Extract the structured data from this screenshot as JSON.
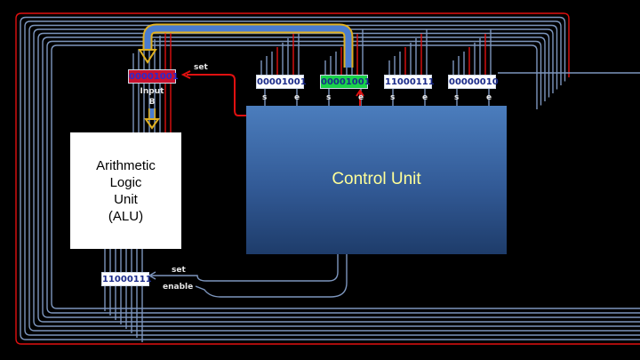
{
  "alu": {
    "label": "Arithmetic\nLogic\nUnit\n(ALU)"
  },
  "control_unit": {
    "label": "Control Unit"
  },
  "input_b": {
    "value": "00001001",
    "label": "Input\nB",
    "set_label": "set",
    "bg": "#c8102e",
    "text_color": "#2a2ad0"
  },
  "registers": [
    {
      "value": "00001001",
      "s": "s",
      "e": "e",
      "bg": "#ffffff",
      "text_color": "#1a2a8a"
    },
    {
      "value": "00001001",
      "s": "s",
      "e": "e",
      "bg": "#19d34a",
      "text_color": "#1a2a8a"
    },
    {
      "value": "11000111",
      "s": "s",
      "e": "e",
      "bg": "#ffffff",
      "text_color": "#1a2a8a"
    },
    {
      "value": "00000010",
      "s": "s",
      "e": "e",
      "bg": "#ffffff",
      "text_color": "#1a2a8a"
    }
  ],
  "accumulator": {
    "value": "11000111",
    "set_label": "set",
    "enable_label": "enable",
    "bg": "#ffffff",
    "text_color": "#1a2a8a"
  },
  "colors": {
    "bus_blue": "#7d96be",
    "wire_red": "#e01010",
    "data_flow_fill": "#4a7cd0",
    "data_flow_outline": "#e0b020"
  }
}
